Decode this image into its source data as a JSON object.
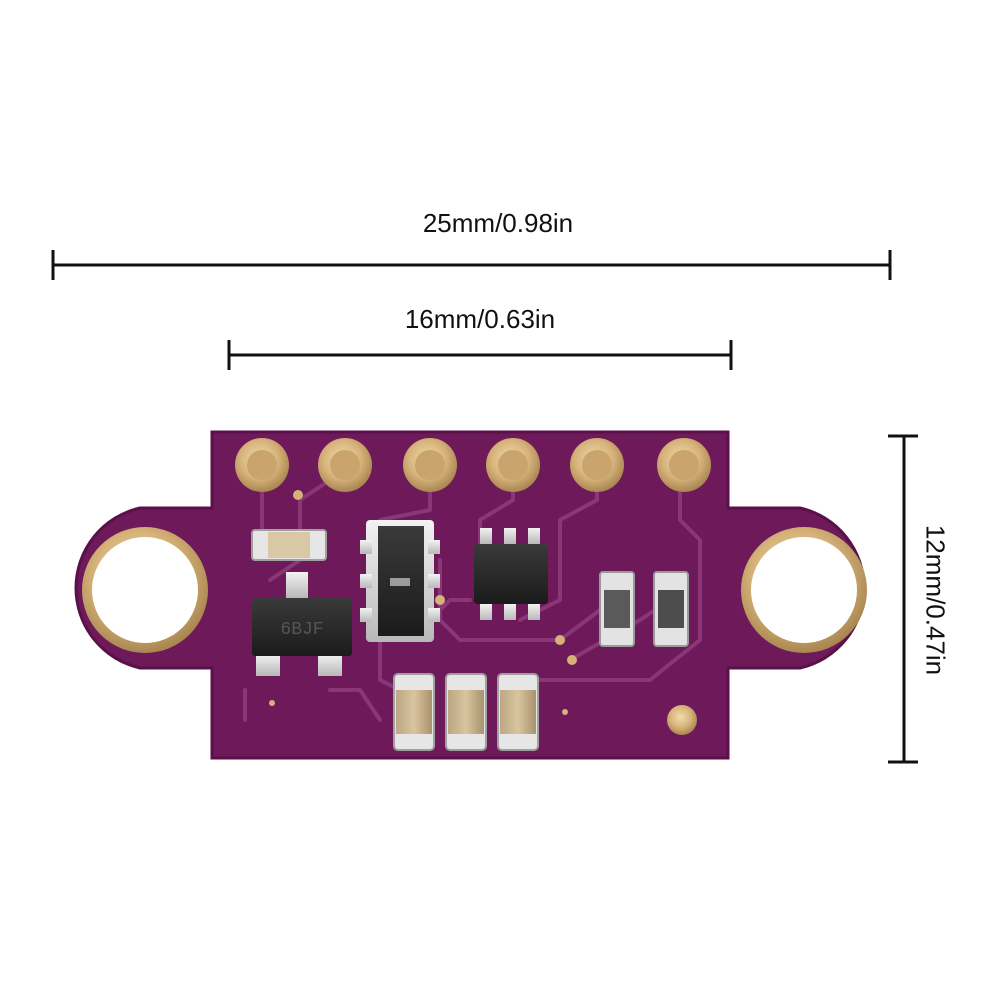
{
  "dimensions": {
    "overall_width": "25mm/0.98in",
    "hole_spacing": "16mm/0.63in",
    "height": "12mm/0.47in"
  },
  "colors": {
    "board": "#6e1a5a",
    "board_trace": "#7d2a6a",
    "gold": "#d6b27a",
    "dimension_line": "#111111"
  },
  "board": {
    "chip_marking": "6BJF"
  }
}
